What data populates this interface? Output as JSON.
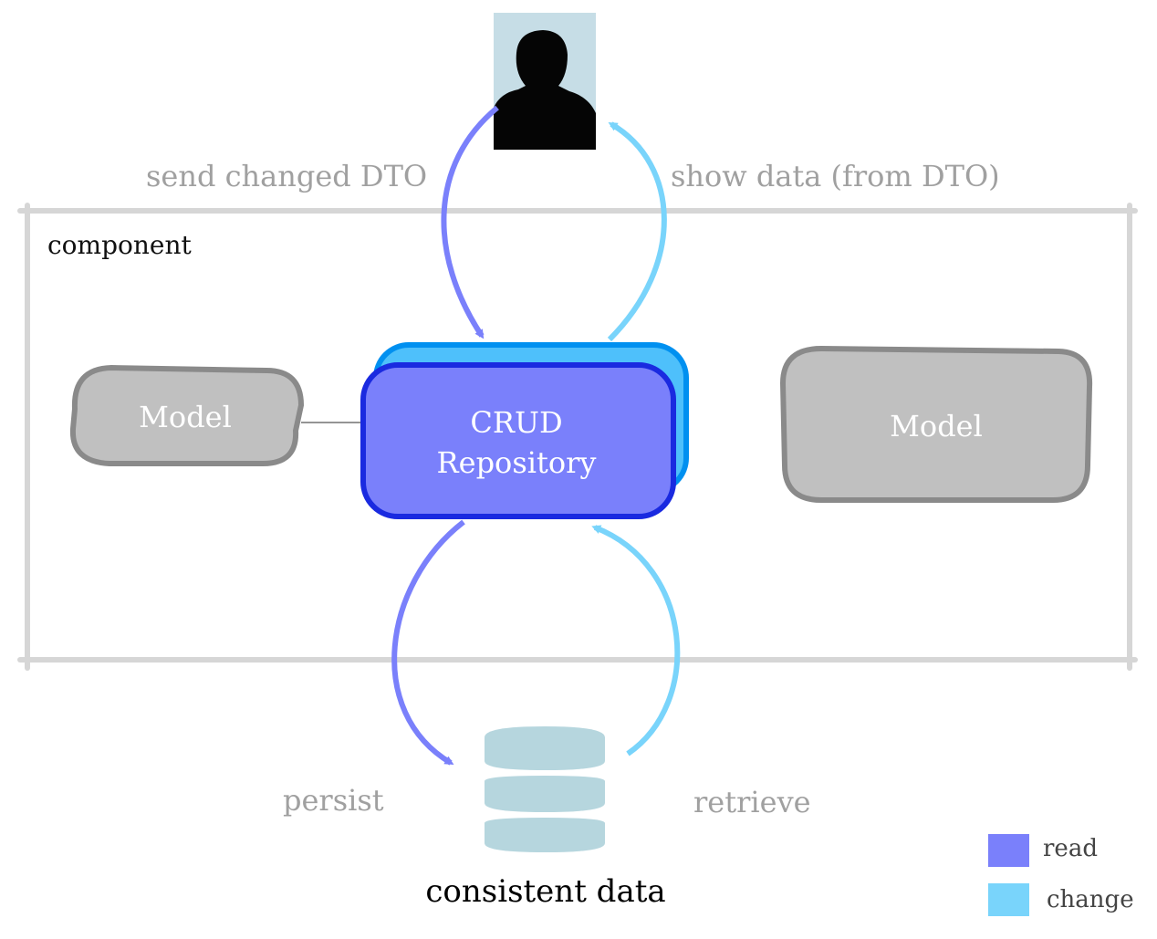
{
  "labels": {
    "send_changed_dto": "send changed DTO",
    "show_data": "show data (from DTO)",
    "component": "component",
    "model_left": "Model",
    "model_right": "Model",
    "crud_line1": "CRUD",
    "crud_line2": "Repository",
    "persist": "persist",
    "retrieve": "retrieve",
    "consistent_data": "consistent data"
  },
  "legend": [
    {
      "label": "read",
      "color": "#7a80fb"
    },
    {
      "label": "change",
      "color": "#79d4fb"
    }
  ],
  "colors": {
    "read_arrow": "#7a80fb",
    "change_arrow": "#79d4fb",
    "crud_fill": "#7a80fb",
    "crud_border": "#1a2ae0",
    "crud_back_fill": "#4ec0fb",
    "crud_back_border": "#0090f0",
    "model_fill": "#c0c0c0",
    "model_border": "#8a8a8a",
    "frame": "#d6d6d6",
    "user_bg": "#c6dde6",
    "database": "#b6d6de",
    "muted_text": "#a0a0a0"
  }
}
